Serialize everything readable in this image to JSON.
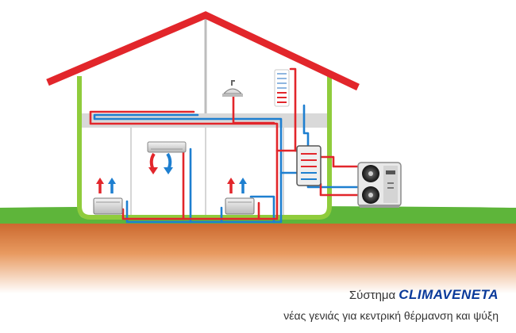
{
  "colors": {
    "roof": "#e2262b",
    "walls": "#8fcc3c",
    "floor_slab": "#d9d9d9",
    "hot_pipe": "#e2262b",
    "cold_pipe": "#1e7fd0",
    "ground": "#5eb53a",
    "soil": "#c8642a",
    "brand": "#0a3a9a"
  },
  "icons": {
    "outdoor_unit": "heat-pump-outdoor-unit-icon",
    "tank": "hot-water-tank-icon",
    "indoor_unit": "wall-air-conditioner-icon",
    "fan_coil": "fan-coil-unit-icon",
    "towel_rail": "towel-radiator-icon",
    "shower": "shower-head-icon"
  },
  "caption": {
    "line1_prefix": "Σύστημα",
    "brand": "CLIMAVENETA",
    "line2": "νέας γενιάς για κεντρική θέρμανση και ψύξη"
  }
}
